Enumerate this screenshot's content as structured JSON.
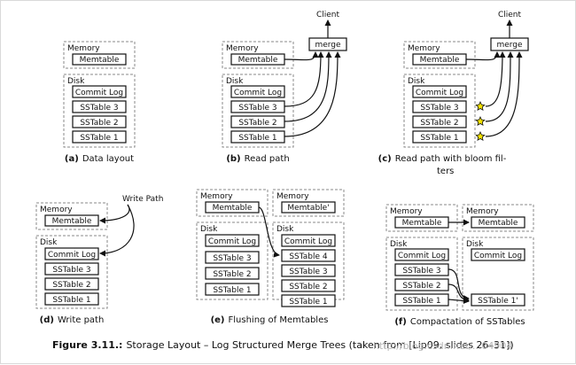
{
  "labels": {
    "memory": "Memory",
    "disk": "Disk",
    "memtable": "Memtable",
    "memtable_new": "Memtable'",
    "commit_log": "Commit Log",
    "sstable1": "SSTable 1",
    "sstable2": "SSTable 2",
    "sstable3": "SSTable 3",
    "sstable4": "SSTable 4",
    "sstable1_compacted": "SSTable 1'",
    "merge": "merge",
    "client": "Client",
    "write_path": "Write Path"
  },
  "captions": {
    "a_tag": "(a)",
    "a": "Data layout",
    "b_tag": "(b)",
    "b": "Read path",
    "c_tag": "(c)",
    "c_line1": "Read path with bloom fil-",
    "c_line2": "ters",
    "d_tag": "(d)",
    "d": "Write path",
    "e_tag": "(e)",
    "e": "Flushing of Memtables",
    "f_tag": "(f)",
    "f": "Compactation of SSTables"
  },
  "figure_caption": {
    "label": "Figure 3.11.:",
    "text": "Storage Layout – Log Structured Merge Trees (taken from [Lip09, slides 26–31])"
  },
  "watermark": "http://blog.csdn.net/...04904",
  "colors": {
    "bloom_star": "#f5e400",
    "outline": "#8a8a8a",
    "ink": "#111111"
  }
}
